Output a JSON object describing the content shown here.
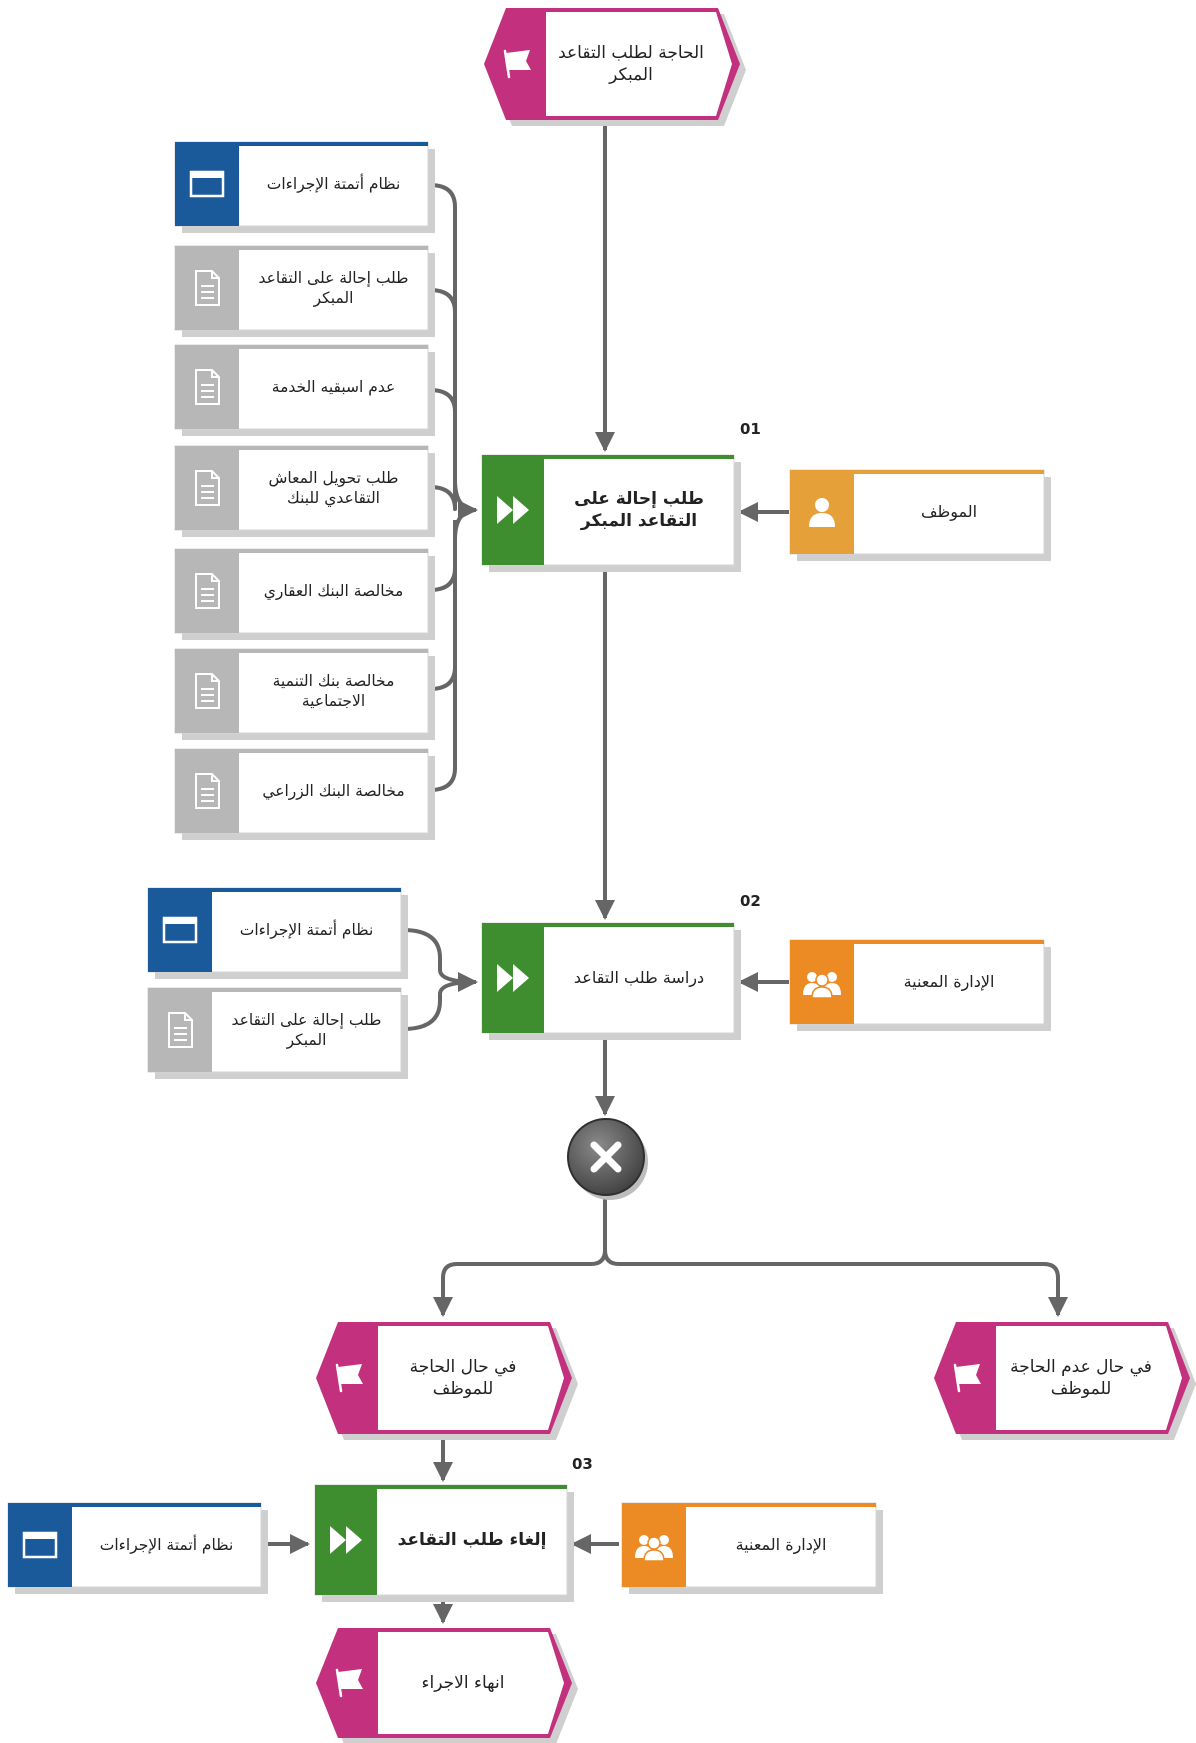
{
  "colors": {
    "event": "#c2307e",
    "function": "#3e8e2f",
    "system": "#1a5a9a",
    "document": "#b7b7b7",
    "role_employee": "#e6a03a",
    "role_department": "#ec8b23",
    "gateway": "#555555",
    "connector": "#666666"
  },
  "start_event": {
    "label": "الحاجة لطلب التقاعد المبكر"
  },
  "step1": {
    "number": "01",
    "function": "طلب إحالة على التقاعد المبكر",
    "role": "الموظف",
    "inputs": [
      {
        "type": "system",
        "label": "نظام أتمتة الإجراءات"
      },
      {
        "type": "document",
        "label": "طلب إحالة على التقاعد المبكر"
      },
      {
        "type": "document",
        "label": "عدم اسبقيه الخدمة"
      },
      {
        "type": "document",
        "label": "طلب تحويل المعاش التقاعدي للبنك"
      },
      {
        "type": "document",
        "label": "مخالصة البنك العقاري"
      },
      {
        "type": "document",
        "label": "مخالصة بنك التنمية الاجتماعية"
      },
      {
        "type": "document",
        "label": "مخالصة البنك الزراعي"
      }
    ]
  },
  "step2": {
    "number": "02",
    "function": "دراسة طلب التقاعد",
    "role": "الإدارة المعنية",
    "inputs": [
      {
        "type": "system",
        "label": "نظام أتمتة الإجراءات"
      },
      {
        "type": "document",
        "label": "طلب إحالة على التقاعد المبكر"
      }
    ]
  },
  "gateway": {
    "type": "xor",
    "icon": "x-icon"
  },
  "branch_left_event": {
    "label": "في حال الحاجة للموظف"
  },
  "branch_right_event": {
    "label": "في حال عدم الحاجة للموظف"
  },
  "step3": {
    "number": "03",
    "function": "إلغاء طلب التقاعد",
    "role": "الإدارة المعنية",
    "input": {
      "type": "system",
      "label": "نظام أتمتة الإجراءات"
    }
  },
  "end_event": {
    "label": "انهاء الاجراء"
  }
}
